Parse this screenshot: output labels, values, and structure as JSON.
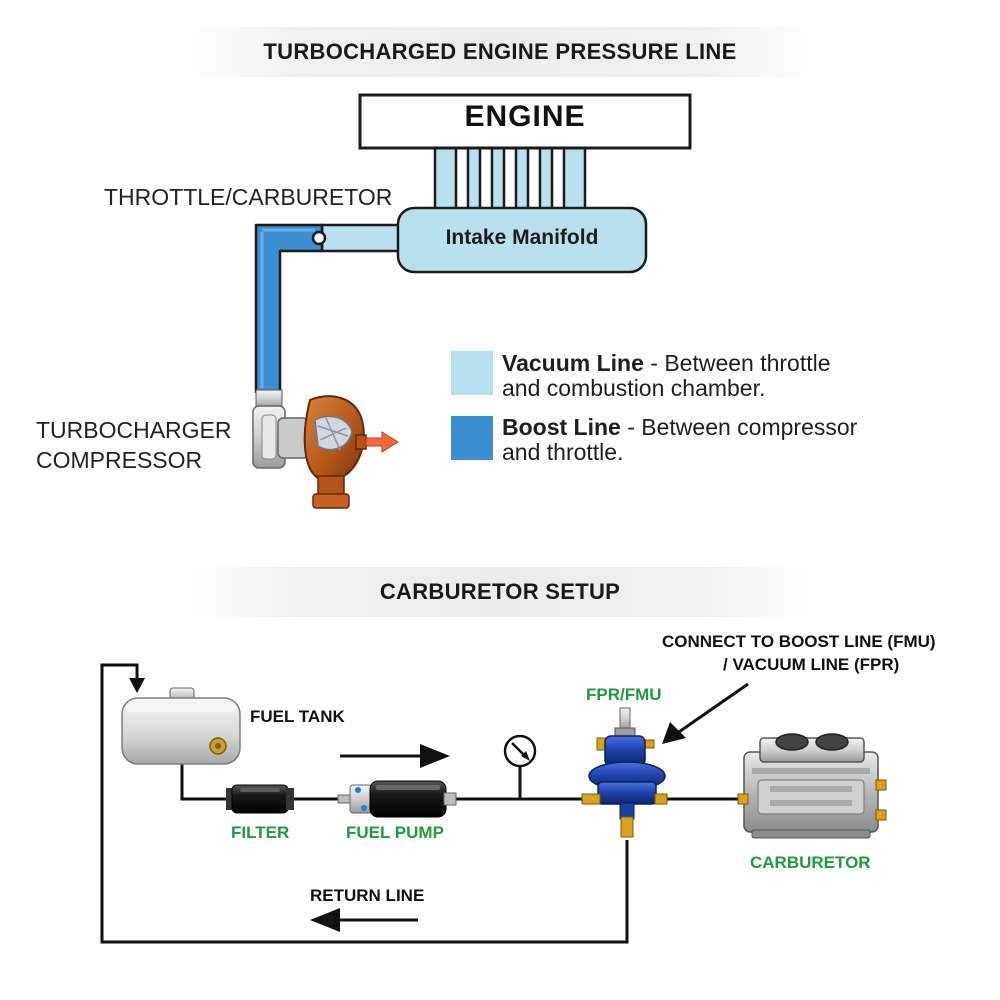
{
  "top_section": {
    "title": "TURBOCHARGED ENGINE PRESSURE LINE",
    "engine_label": "ENGINE",
    "manifold_label": "Intake Manifold",
    "throttle_label": "THROTTLE/CARBURETOR",
    "turbo_label_line1": "TURBOCHARGER",
    "turbo_label_line2": "COMPRESSOR",
    "legend": [
      {
        "name": "Vacuum Line",
        "desc1": " - Between throttle",
        "desc2": "and combustion chamber.",
        "color": "#b9e0ee"
      },
      {
        "name": "Boost Line",
        "desc1": " - Between compressor",
        "desc2": "and throttle.",
        "color": "#3b8ed0"
      }
    ]
  },
  "bottom_section": {
    "title": "CARBURETOR SETUP",
    "fuel_tank_label": "FUEL TANK",
    "filter_label": "FILTER",
    "fuel_pump_label": "FUEL PUMP",
    "fpr_label": "FPR/FMU",
    "connect_label_line1": "CONNECT TO BOOST LINE (FMU)",
    "connect_label_line2": "/ VACUUM LINE (FPR)",
    "carburetor_label": "CARBURETOR",
    "return_label": "RETURN LINE"
  },
  "colors": {
    "vacuum": "#b9e0ee",
    "boost": "#3b8ed0",
    "green_label": "#1f9a43",
    "regulator_blue": "#1d3fa8"
  }
}
